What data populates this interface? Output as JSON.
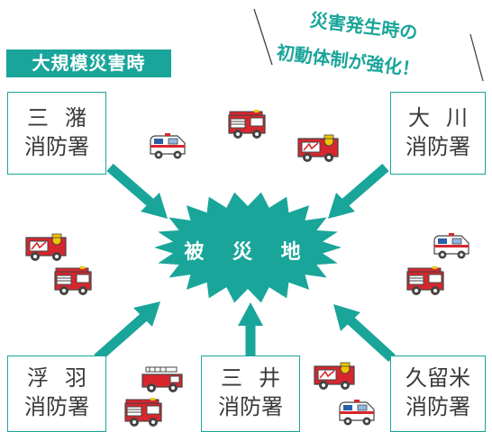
{
  "header": {
    "badge": "大規模災害時",
    "slogan_line1": "災害発生時の",
    "slogan_line2": "初動体制が強化！"
  },
  "center": {
    "label": "被 災 地"
  },
  "stations": {
    "minuma": {
      "line1": "三潴",
      "line2": "消防署"
    },
    "okawa": {
      "line1": "大川",
      "line2": "消防署"
    },
    "ukiha": {
      "line1": "浮羽",
      "line2": "消防署"
    },
    "mii": {
      "line1": "三井",
      "line2": "消防署"
    },
    "kurume": {
      "line1": "久留米",
      "line2": "消防署"
    }
  },
  "colors": {
    "teal": "#1aa59a",
    "fire_red": "#d8262e",
    "border_gray": "#444444"
  },
  "vehicles": [
    {
      "kind": "ambulance",
      "icon": "ambulance-icon"
    },
    {
      "kind": "fire-engine",
      "icon": "fire-engine-icon"
    },
    {
      "kind": "command-car",
      "icon": "command-car-icon"
    },
    {
      "kind": "command-car",
      "icon": "command-car-icon"
    },
    {
      "kind": "fire-engine",
      "icon": "fire-engine-icon"
    },
    {
      "kind": "ambulance",
      "icon": "ambulance-icon"
    },
    {
      "kind": "fire-engine",
      "icon": "fire-engine-icon"
    },
    {
      "kind": "ladder-truck",
      "icon": "ladder-truck-icon"
    },
    {
      "kind": "fire-engine",
      "icon": "fire-engine-icon"
    },
    {
      "kind": "command-car",
      "icon": "command-car-icon"
    },
    {
      "kind": "ambulance",
      "icon": "ambulance-icon"
    }
  ]
}
